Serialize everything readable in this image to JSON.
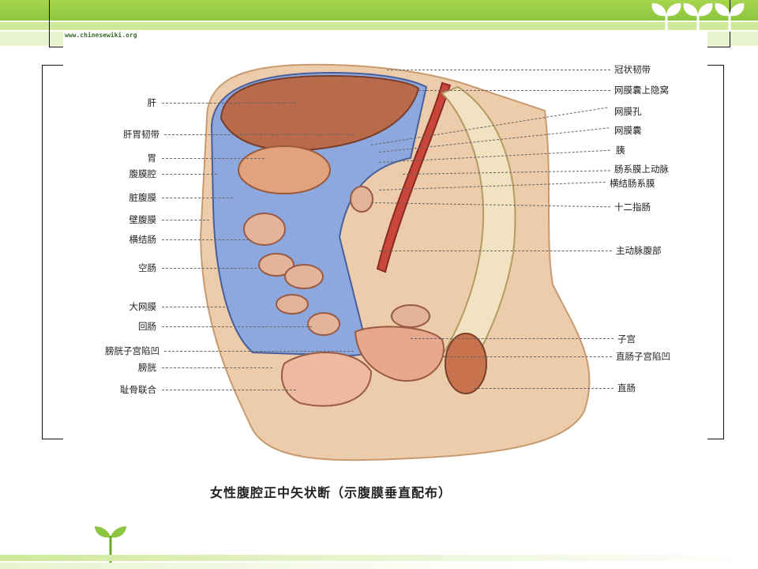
{
  "watermark": "www.chinesewiki.org",
  "caption": "女性腹腔正中矢状断（示腹膜垂直配布）",
  "labels_left": [
    "肝",
    "肝胃韧带",
    "胃",
    "腹膜腔",
    "脏腹膜",
    "壁腹膜",
    "横结肠",
    "空肠",
    "大网膜",
    "回肠",
    "膀胱子宫陷凹",
    "膀胱",
    "耻骨联合"
  ],
  "labels_right": [
    "冠状韧带",
    "网膜囊上隐窝",
    "网膜孔",
    "网膜囊",
    "胰",
    "肠系膜上动脉",
    "横结肠系膜",
    "十二指肠",
    "主动脉腹部",
    "子宫",
    "直肠子宫陷凹",
    "直肠"
  ],
  "colors": {
    "accent_green": "#8cc63f",
    "dark_green": "#6aa82a",
    "peritoneum_blue": "#7f9fd6",
    "liver": "#b86a4a",
    "aorta": "#c8463a",
    "tissue": "#e9c9a6"
  }
}
